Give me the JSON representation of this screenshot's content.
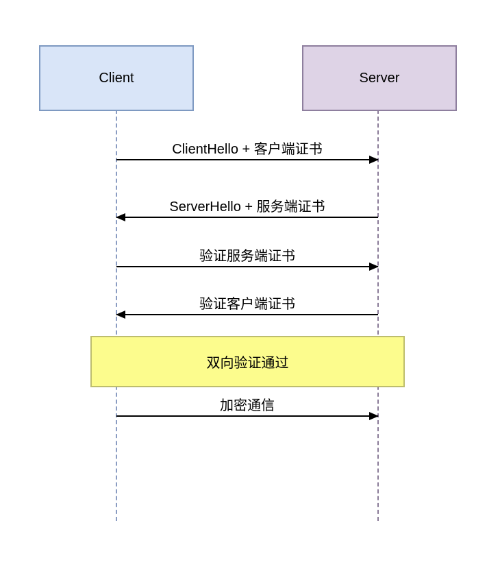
{
  "sequence": {
    "actors": [
      {
        "name": "Client",
        "fill": "#d9e5f8",
        "border": "#7e99c1",
        "lifeline_color": "#8a9cc2"
      },
      {
        "name": "Server",
        "fill": "#ded3e6",
        "border": "#8e7f9e",
        "lifeline_color": "#8a7b98"
      }
    ],
    "messages": [
      {
        "from": "Client",
        "to": "Server",
        "direction": "right",
        "label": "ClientHello + 客户端证书"
      },
      {
        "from": "Server",
        "to": "Client",
        "direction": "left",
        "label": "ServerHello + 服务端证书"
      },
      {
        "from": "Client",
        "to": "Server",
        "direction": "right",
        "label": "验证服务端证书"
      },
      {
        "from": "Server",
        "to": "Client",
        "direction": "left",
        "label": "验证客户端证书"
      },
      {
        "from": "Client",
        "to": "Server",
        "direction": "right",
        "label": "加密通信"
      }
    ],
    "note": {
      "label": "双向验证通过",
      "fill": "#fcfc8d",
      "border": "#bdbd6d"
    },
    "colors": {
      "background": "#ffffff",
      "message_line": "#000000",
      "text": "#000000"
    }
  }
}
